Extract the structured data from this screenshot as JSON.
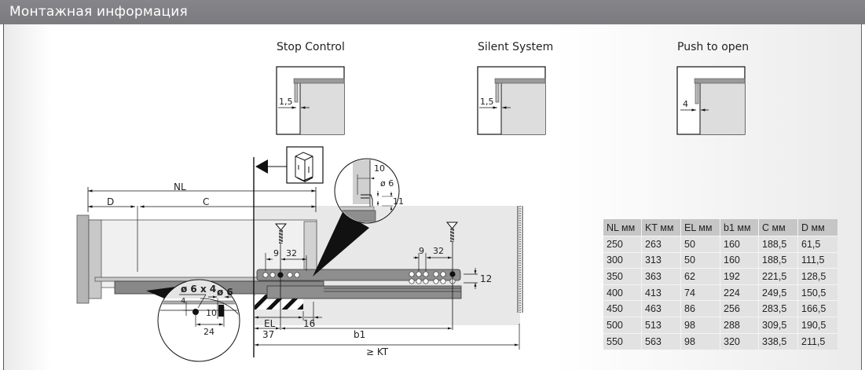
{
  "header": {
    "title": "Монтажная информация"
  },
  "modes": [
    {
      "title": "Stop Control",
      "gap_label": "1,5"
    },
    {
      "title": "Silent System",
      "gap_label": "1,5"
    },
    {
      "title": "Push to open",
      "gap_label": "4"
    }
  ],
  "drawing": {
    "labels": {
      "nl": "NL",
      "d": "D",
      "c": "C",
      "el": "EL",
      "b1": "b1",
      "kt": "≥ KT",
      "d37": "37",
      "d16": "16",
      "d12": "12",
      "d9_front": "9",
      "d32_front": "32",
      "d9_rear": "9",
      "d32_rear": "32",
      "detail_10": "10",
      "detail_o6": "ø 6",
      "detail_11": "11",
      "hole_o6x4": "ø 6 x 4",
      "hole_o6": "ø 6",
      "hole_4": "4",
      "hole_10": "10",
      "hole_24": "24"
    },
    "icons": [
      "cabinet-icon",
      "direction-arrow-icon",
      "screw-icon"
    ]
  },
  "table": {
    "headers": [
      "NL мм",
      "KT мм",
      "EL мм",
      "b1 мм",
      "C мм",
      "D мм"
    ],
    "rows": [
      [
        "250",
        "263",
        "50",
        "160",
        "188,5",
        "61,5"
      ],
      [
        "300",
        "313",
        "50",
        "160",
        "188,5",
        "111,5"
      ],
      [
        "350",
        "363",
        "62",
        "192",
        "221,5",
        "128,5"
      ],
      [
        "400",
        "413",
        "74",
        "224",
        "249,5",
        "150,5"
      ],
      [
        "450",
        "463",
        "86",
        "256",
        "283,5",
        "166,5"
      ],
      [
        "500",
        "513",
        "98",
        "288",
        "309,5",
        "190,5"
      ],
      [
        "550",
        "563",
        "98",
        "320",
        "338,5",
        "211,5"
      ]
    ]
  },
  "colors": {
    "header_bg": "#7f7f83",
    "table_header_bg": "#c6c6c6",
    "table_body_bg": "#e2e2e2",
    "panel_gray": "#e8e8e8"
  }
}
